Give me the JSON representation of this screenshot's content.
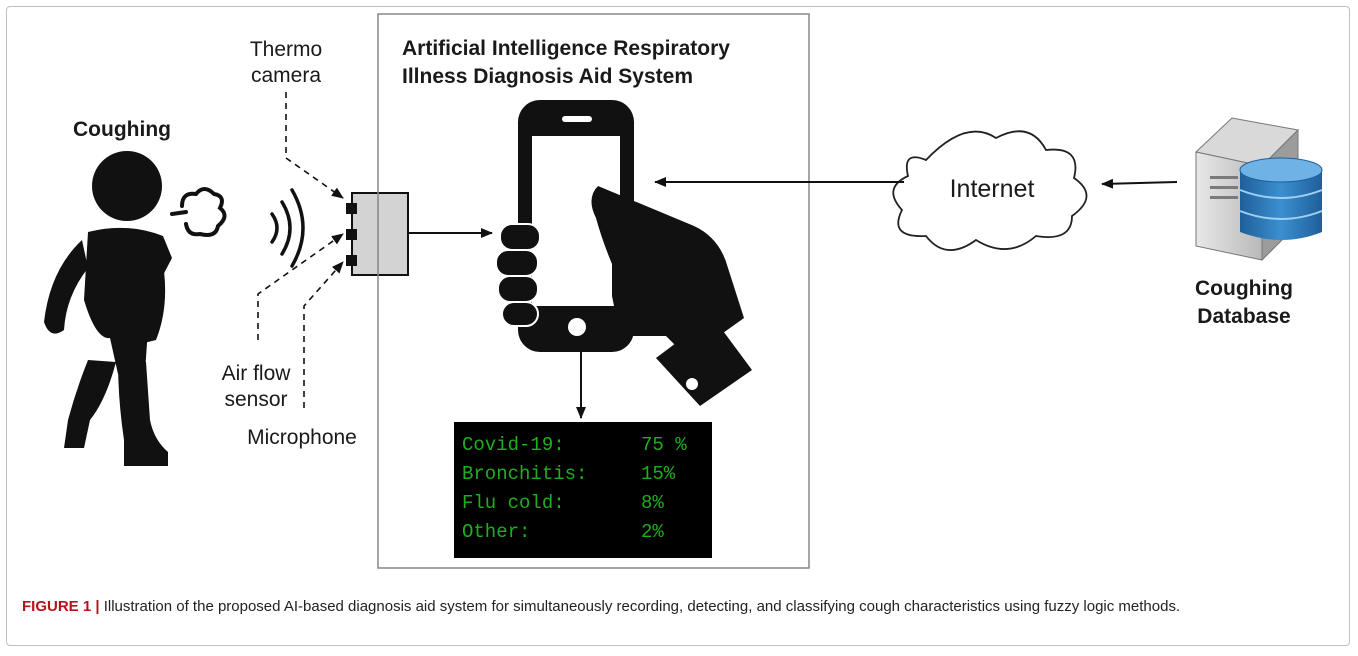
{
  "labels": {
    "person": "Coughing",
    "thermo_line1": "Thermo",
    "thermo_line2": "camera",
    "airflow_line1": "Air flow",
    "airflow_line2": "sensor",
    "microphone": "Microphone",
    "system_title_line1": "Artificial Intelligence Respiratory",
    "system_title_line2": "Illness Diagnosis Aid System",
    "cloud": "Internet",
    "database_line1": "Coughing",
    "database_line2": "Database"
  },
  "screen_results": [
    {
      "label": "Covid-19:",
      "value": "75 %"
    },
    {
      "label": "Bronchitis:",
      "value": "15%"
    },
    {
      "label": "Flu cold:",
      "value": "8%"
    },
    {
      "label": "Other:",
      "value": "2%"
    }
  ],
  "caption": {
    "figure_label": "FIGURE 1 |",
    "text": "Illustration of the proposed AI-based diagnosis aid system for simultaneously recording, detecting, and classifying cough characteristics using fuzzy logic methods."
  },
  "colors": {
    "screen_text": "#1fae1f",
    "screen_bg": "#000000",
    "sensor_box": "#d3d3d3",
    "database": "#2f7fc0",
    "figure_label": "#b5121b"
  },
  "icons": [
    "person-coughing-icon",
    "cough-puff-icon",
    "sound-waves-icon",
    "sensor-box-icon",
    "smartphone-in-hand-icon",
    "cloud-icon",
    "server-database-icon"
  ]
}
